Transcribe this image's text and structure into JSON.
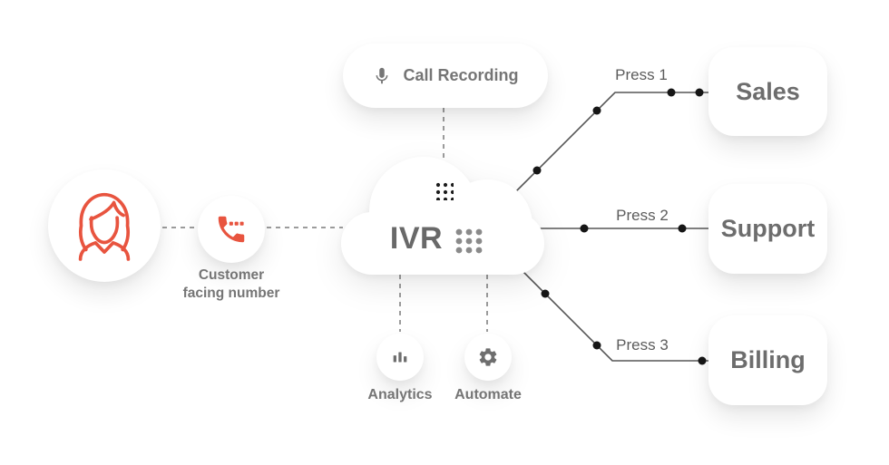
{
  "colors": {
    "accent": "#E8543F",
    "label_gray": "#757575",
    "heading_gray": "#6D6D6D",
    "line": "#565656",
    "dot": "#161616",
    "dash": "#9C9C9C",
    "bg": "#FFFFFF"
  },
  "customer": {
    "label_line1": "Customer",
    "label_line2": "facing number",
    "avatar_icon": "woman-icon",
    "phone_icon": "phone-icon"
  },
  "ivr": {
    "title": "IVR",
    "keypad_icon": "keypad-icon"
  },
  "features": {
    "call_recording": {
      "label": "Call Recording",
      "icon": "microphone-icon"
    },
    "analytics": {
      "label": "Analytics",
      "icon": "bar-chart-icon"
    },
    "automate": {
      "label": "Automate",
      "icon": "gear-icon"
    }
  },
  "branches": [
    {
      "press_label": "Press 1",
      "target_label": "Sales"
    },
    {
      "press_label": "Press 2",
      "target_label": "Support"
    },
    {
      "press_label": "Press 3",
      "target_label": "Billing"
    }
  ]
}
